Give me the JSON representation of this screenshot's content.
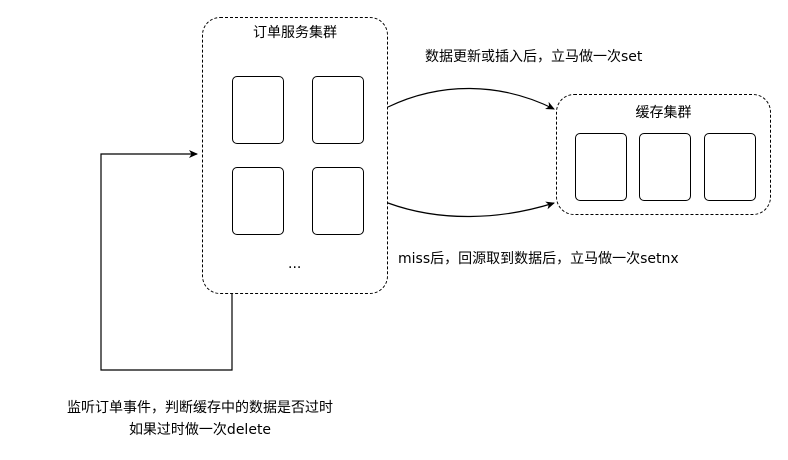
{
  "order_cluster": {
    "title": "订单服务集群",
    "ellipsis": "..."
  },
  "cache_cluster": {
    "title": "缓存集群"
  },
  "edges": {
    "update_set": "数据更新或插入后，立马做一次set",
    "miss_setnx": "miss后，回源取到数据后，立马做一次setnx",
    "listen_delete_line1": "监听订单事件，判断缓存中的数据是否过时",
    "listen_delete_line2": "如果过时做一次delete"
  }
}
